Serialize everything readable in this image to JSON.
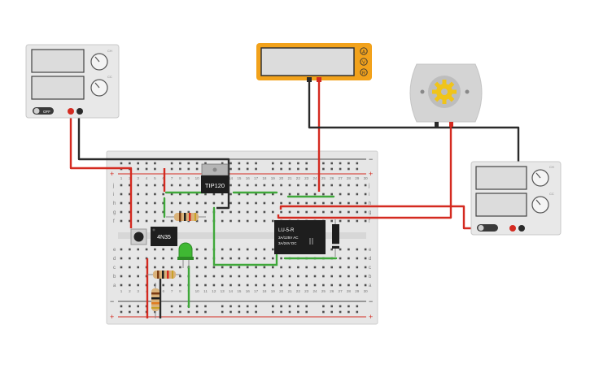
{
  "power_supply_left": {
    "off_label": "OFF",
    "knob_labels": [
      "CH",
      "CC"
    ]
  },
  "power_supply_right": {
    "knob_labels": [
      "CH",
      "CC"
    ]
  },
  "multimeter": {
    "modes": [
      "A",
      "V",
      "R"
    ]
  },
  "components": {
    "transistor_label": "TIP120",
    "optocoupler_label": "4N35",
    "relay_label": "LU-5-R",
    "relay_rating_1": "3A/125V AC",
    "relay_rating_2": "3A/24V DC"
  },
  "breadboard": {
    "row_letters_top": [
      "j",
      "i",
      "h",
      "g",
      "f"
    ],
    "row_letters_bottom": [
      "e",
      "d",
      "c",
      "b",
      "a"
    ],
    "plus_sign": "+",
    "minus_sign": "−",
    "column_numbers": [
      "1",
      "2",
      "3",
      "4",
      "5",
      "6",
      "7",
      "8",
      "9",
      "10",
      "11",
      "12",
      "13",
      "14",
      "15",
      "16",
      "17",
      "18",
      "19",
      "20",
      "21",
      "22",
      "23",
      "24",
      "25",
      "26",
      "27",
      "28",
      "29",
      "30"
    ]
  },
  "colors": {
    "wire_red": "#d42a20",
    "wire_black": "#2a2a2a",
    "wire_green": "#3fa83a",
    "meter_yellow": "#f2a21b",
    "board_bg": "#e9e9e9"
  }
}
